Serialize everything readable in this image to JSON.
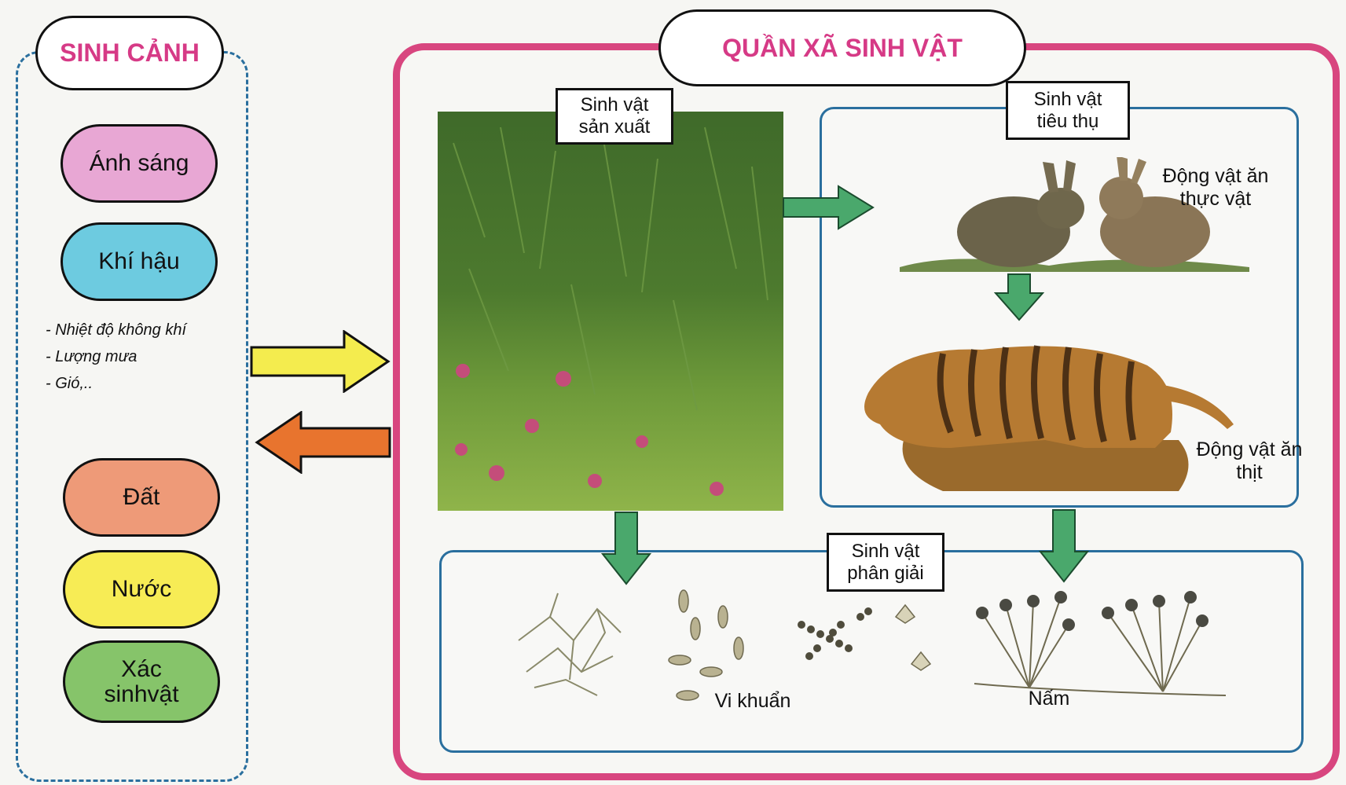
{
  "environment": {
    "title": "SINH CẢNH",
    "factors": {
      "light": "Ánh sáng",
      "climate": "Khí hậu",
      "soil": "Đất",
      "water": "Nước",
      "remains": "Xác sinhvật"
    },
    "climate_notes": [
      "- Nhiệt độ không khí",
      "- Lượng mưa",
      "- Gió,.."
    ]
  },
  "community": {
    "title": "QUẦN XÃ SINH VẬT",
    "producers": "Sinh vật sản xuất",
    "consumers": "Sinh vật tiêu thụ",
    "herbivores": "Động vật ăn thực vật",
    "carnivores": "Động vật ăn thịt",
    "decomposers": "Sinh vật phân giải",
    "bacteria": "Vi khuẩn",
    "fungi": "Nấm"
  },
  "colors": {
    "title_pink": "#d63a86",
    "frame_pink": "#d8467f",
    "frame_blue": "#2a6f9e",
    "light_pill": "#e8a7d4",
    "climate_pill": "#6dcbe0",
    "soil_pill": "#ee9a78",
    "water_pill": "#f7ec55",
    "remains_pill": "#86c46a",
    "arrow_green": "#4aa86c",
    "arrow_yellow": "#f4ec4e",
    "arrow_orange": "#e8742e"
  },
  "icons": [
    "yellow-arrow-right",
    "orange-arrow-left",
    "green-arrow"
  ]
}
